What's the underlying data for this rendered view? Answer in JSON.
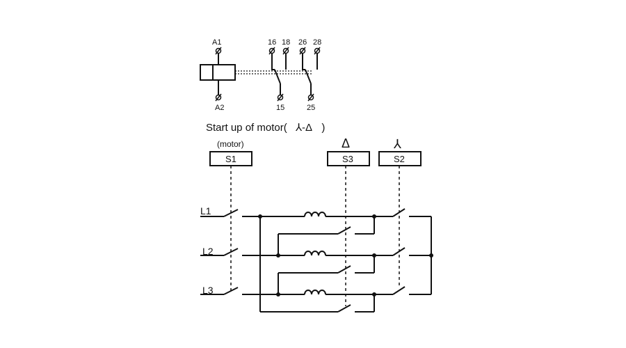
{
  "relay": {
    "coil_top": "A1",
    "coil_bottom": "A2",
    "contact_top": [
      "16",
      "18",
      "26",
      "28"
    ],
    "contact_bottom": [
      "15",
      "25"
    ]
  },
  "title": {
    "prefix": "Start up of motor(",
    "mode": "⅄-Δ",
    "suffix": ")"
  },
  "boxes": {
    "motor_note": "(motor)",
    "s1": "S1",
    "s3": "S3",
    "s2": "S2",
    "delta_symbol": "Δ",
    "star_symbol": "⅄"
  },
  "lines": [
    "L1",
    "L2",
    "L3"
  ]
}
